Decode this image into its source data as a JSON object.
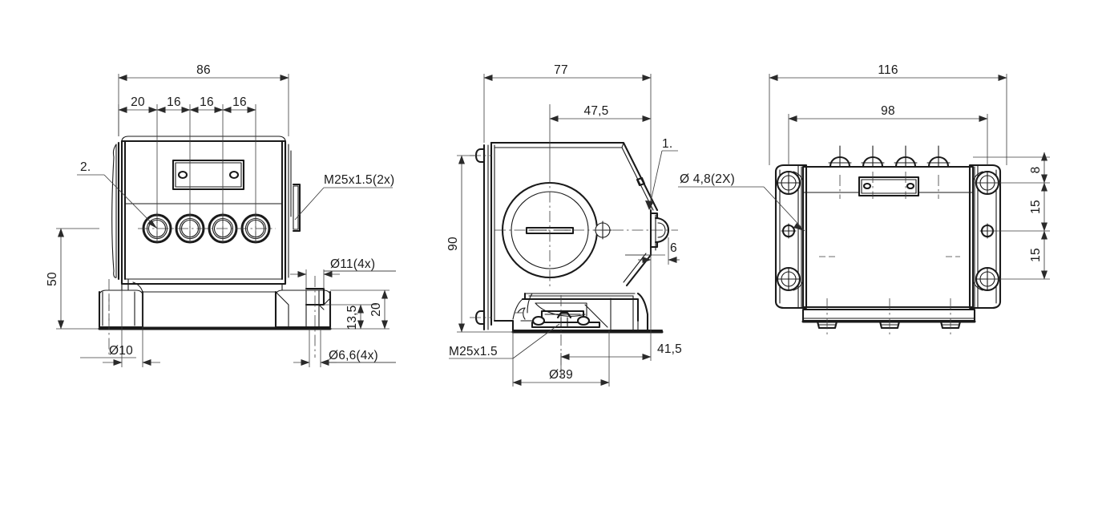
{
  "drawing": {
    "title": "Technical engineering drawing - three orthographic views of a connector housing / sensor enclosure",
    "line_color": "#1a1a1a",
    "dim_color": "#3b3b3b",
    "background": "#ffffff",
    "units": "mm"
  },
  "views": {
    "front": {
      "name": "front-view",
      "dimensions": {
        "overall_width": "86",
        "pitch_1": "20",
        "pitch_2": "16",
        "pitch_3": "16",
        "pitch_4": "16",
        "overall_height": "50",
        "foot_height": "20",
        "hole_depth": "13,5",
        "base_hole_dia": "Ø10",
        "clearance_hole_dia": "Ø11(4x)",
        "thru_hole_dia": "Ø6,6(4x)"
      },
      "labels": {
        "balloon_2": "2.",
        "thread_callout": "M25x1.5(2x)"
      }
    },
    "side": {
      "name": "side-view",
      "dimensions": {
        "overall_depth": "77",
        "center_offset": "47,5",
        "overall_height": "90",
        "tab_thickness": "6",
        "bore_dia": "Ø39",
        "base_offset": "41,5"
      },
      "labels": {
        "balloon_1": "1.",
        "thread_callout": "M25x1.5"
      }
    },
    "top": {
      "name": "top-view",
      "dimensions": {
        "overall_width": "116",
        "inner_width": "98",
        "edge_offset": "8",
        "hole_pitch_1": "15",
        "hole_pitch_2": "15"
      },
      "labels": {
        "hole_callout": "Ø 4,8(2X)"
      }
    }
  }
}
